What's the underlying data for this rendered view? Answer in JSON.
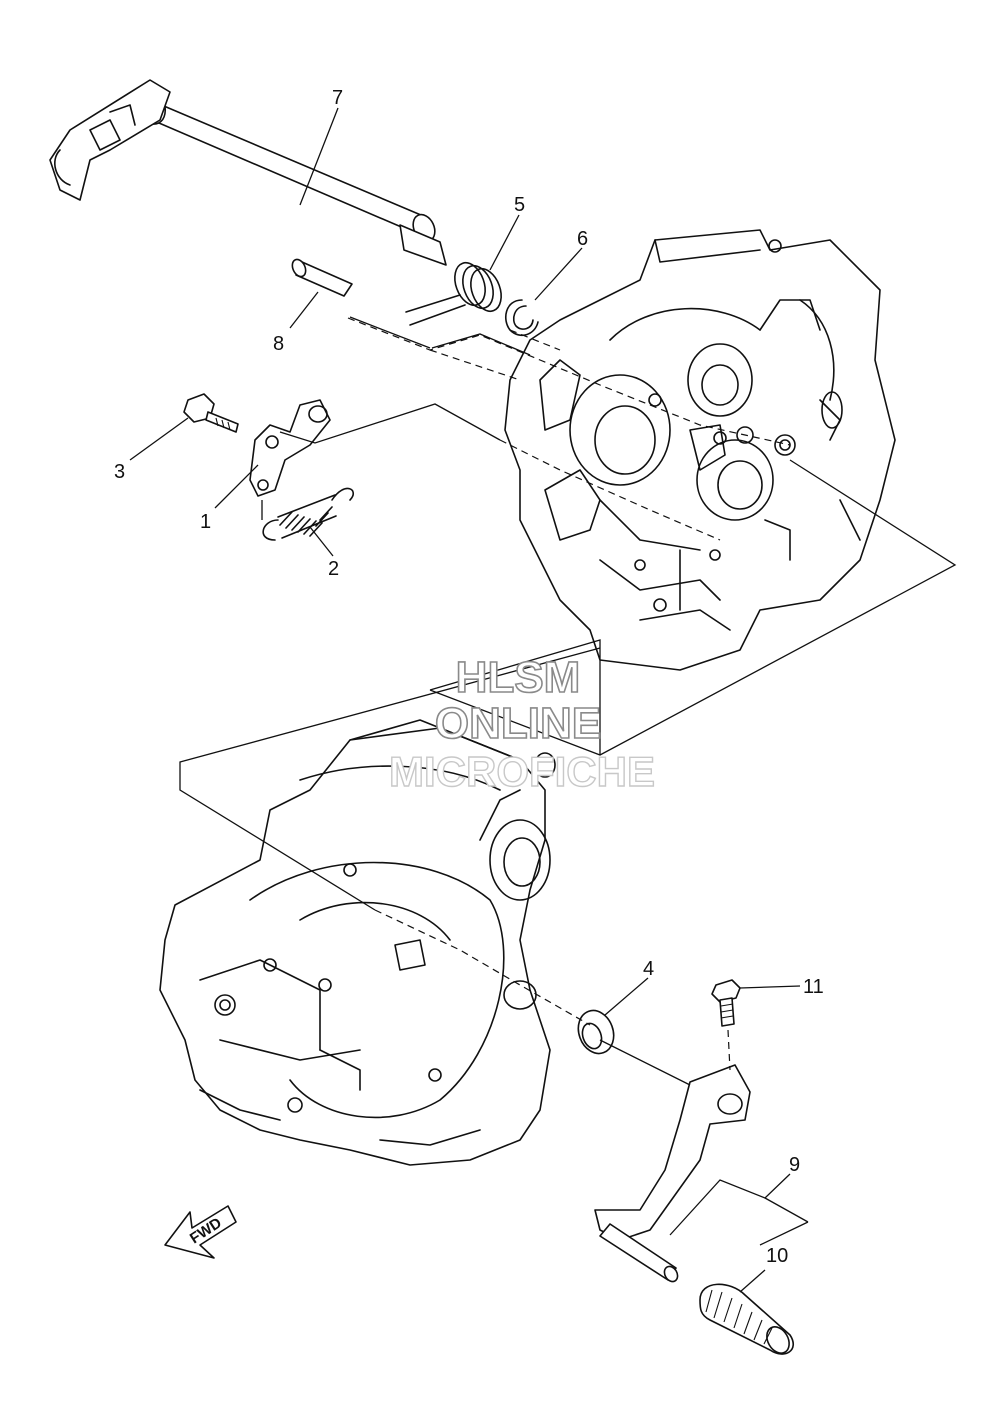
{
  "callouts": {
    "c1": "1",
    "c2": "2",
    "c3": "3",
    "c4": "4",
    "c5": "5",
    "c6": "6",
    "c7": "7",
    "c8": "8",
    "c9": "9",
    "c10": "10",
    "c11": "11"
  },
  "watermark": {
    "line1": "HLSM",
    "line2": "ONLINE",
    "line3": "MICROFICHE"
  },
  "fwd_label": "FWD",
  "colors": {
    "line": "#111111",
    "watermark": "#8a8a8a",
    "background": "#ffffff"
  }
}
